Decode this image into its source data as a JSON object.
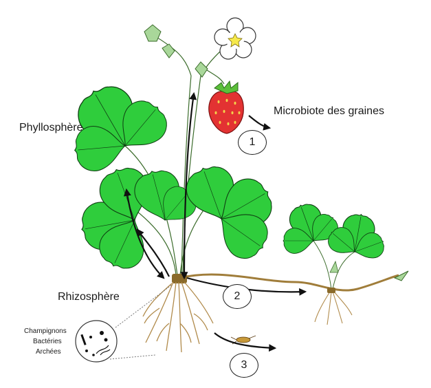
{
  "labels": {
    "seed": "Microbiote des graines",
    "phyllo": "Phyllosphère",
    "rhizo": "Rhizosphère",
    "micro": [
      "Champignons",
      "Bactéries",
      "Archées"
    ]
  },
  "steps": [
    "1",
    "2",
    "3"
  ],
  "colors": {
    "leaf": "#2fcd3c",
    "stem": "#a9d79a",
    "stolon": "#a07d3a",
    "root": "#b08a4a",
    "strawberry": "#e33232",
    "petal": "#ffffff",
    "flower_center": "#f6e94b",
    "arrow": "#111111"
  }
}
